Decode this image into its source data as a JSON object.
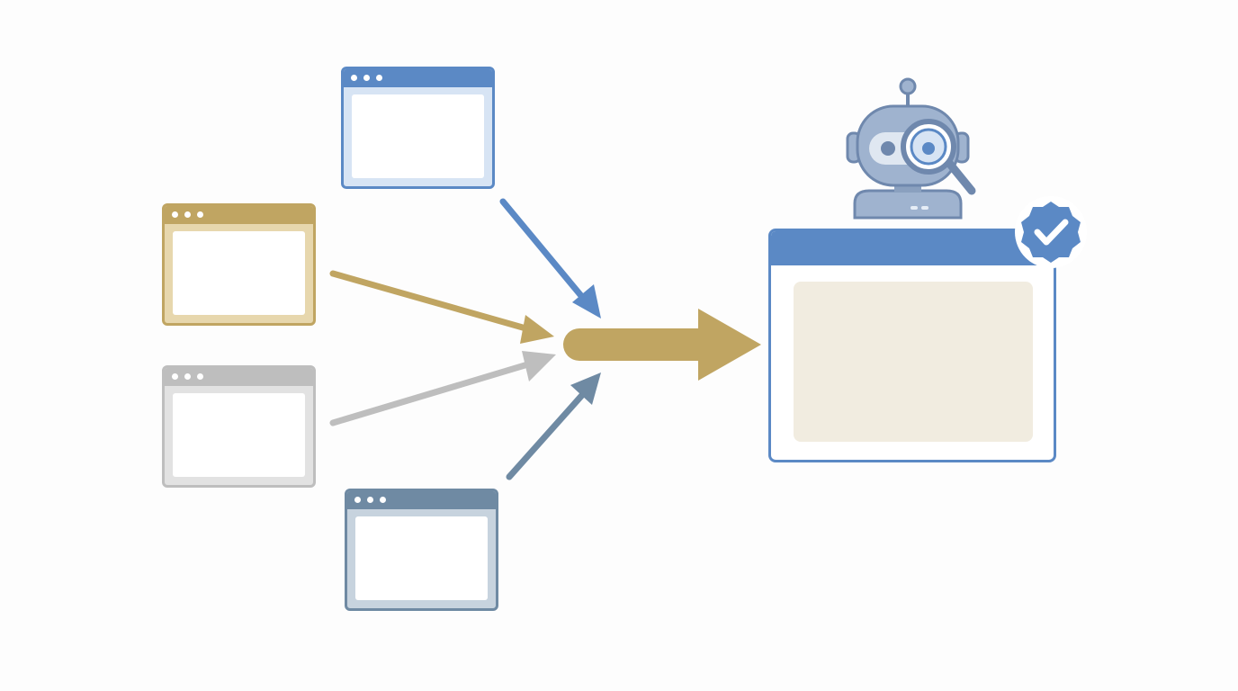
{
  "colors": {
    "background": "#fdfdfd",
    "blue": "#5b89c5",
    "blue_light": "#d7e4f4",
    "gold": "#c0a562",
    "gold_light": "#e7d7ad",
    "gray": "#bebebe",
    "gray_light": "#e2e2e2",
    "slate": "#6f8aa3",
    "slate_light": "#c7d3de",
    "output_pane": "#f1ece0",
    "robot_body": "#9fb3cf",
    "robot_dark": "#6f88ad"
  },
  "source_windows": [
    {
      "id": "blue",
      "icon": "browser-window-icon"
    },
    {
      "id": "gold",
      "icon": "browser-window-icon"
    },
    {
      "id": "gray",
      "icon": "browser-window-icon"
    },
    {
      "id": "slate",
      "icon": "browser-window-icon"
    }
  ],
  "output_window": {
    "icon": "browser-window-icon",
    "badge": "verified-check-icon"
  },
  "agent": {
    "icon": "robot-with-magnifier-icon"
  },
  "main_arrow": {
    "icon": "thick-right-arrow-icon"
  }
}
